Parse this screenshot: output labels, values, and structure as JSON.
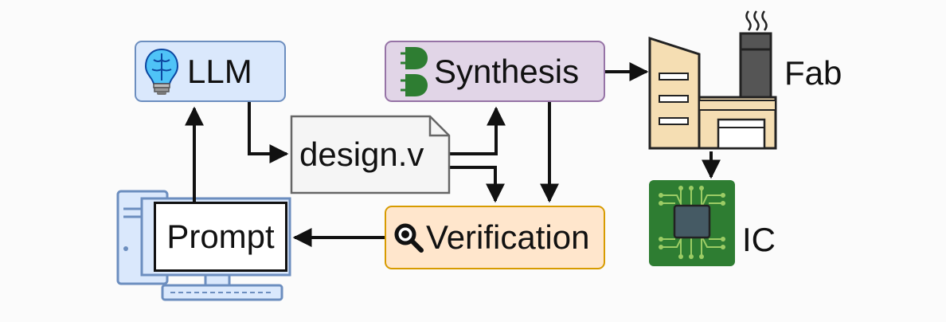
{
  "nodes": {
    "llm": "LLM",
    "synthesis": "Synthesis",
    "design_file": "design.v",
    "verification": "Verification",
    "prompt": "Prompt",
    "fab": "Fab",
    "ic": "IC"
  },
  "colors": {
    "llm_fill": "#dae8fc",
    "llm_border": "#6c8ebf",
    "synthesis_fill": "#e1d5e7",
    "synthesis_border": "#9673a6",
    "verification_fill": "#ffe6cc",
    "verification_border": "#d79b00",
    "file_fill": "#f5f5f5",
    "file_border": "#666666",
    "computer_fill": "#dae8fc",
    "computer_border": "#6c8ebf",
    "factory_fill": "#f5deb3",
    "factory_dark": "#555555",
    "chip_green": "#2e7d32",
    "chip_trace": "#9ccc65"
  },
  "icons": [
    "brain-bulb-icon",
    "logic-gate-icon",
    "magnifier-icon",
    "computer-icon",
    "factory-icon",
    "chip-icon"
  ]
}
